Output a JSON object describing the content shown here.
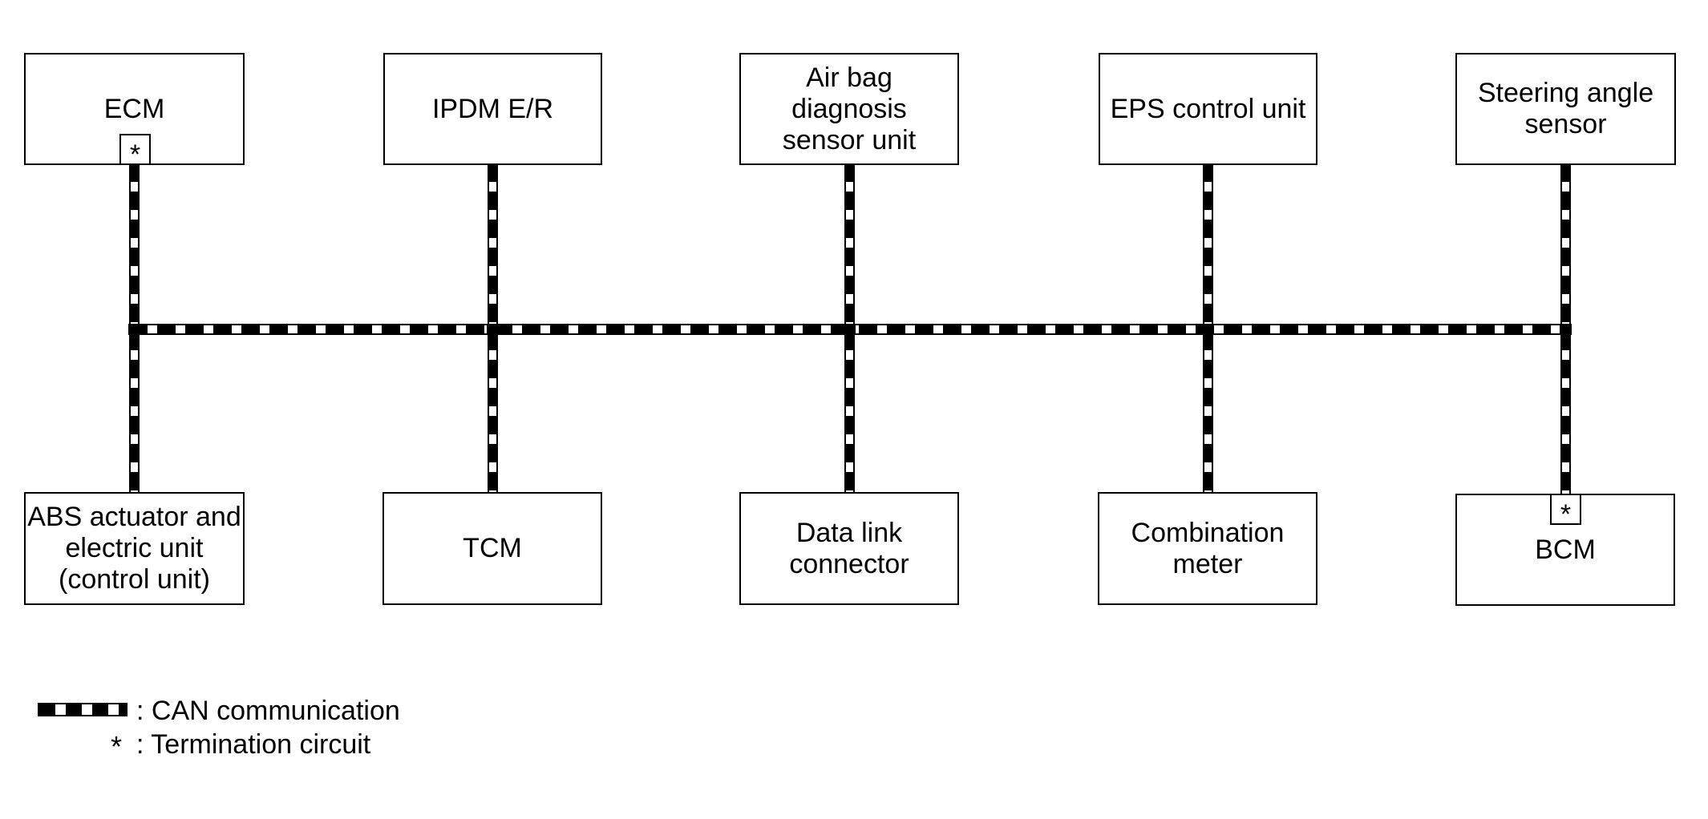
{
  "termination_symbol": "*",
  "colors": {
    "line": "#000000",
    "background": "#ffffff",
    "box_border": "#000000"
  },
  "nodes": {
    "top": [
      {
        "id": "ecm",
        "label": "ECM",
        "terminator": true
      },
      {
        "id": "ipdm-er",
        "label": "IPDM E/R",
        "terminator": false
      },
      {
        "id": "airbag-diagnosis-sensor-unit",
        "label": "Air bag\ndiagnosis\nsensor unit",
        "terminator": false
      },
      {
        "id": "eps-control-unit",
        "label": "EPS control unit",
        "terminator": false
      },
      {
        "id": "steering-angle-sensor",
        "label": "Steering angle\nsensor",
        "terminator": false
      }
    ],
    "bottom": [
      {
        "id": "abs-actuator",
        "label": "ABS actuator and\nelectric unit\n(control unit)",
        "terminator": false
      },
      {
        "id": "tcm",
        "label": "TCM",
        "terminator": false
      },
      {
        "id": "data-link-connector",
        "label": "Data link\nconnector",
        "terminator": false
      },
      {
        "id": "combination-meter",
        "label": "Combination\nmeter",
        "terminator": false
      },
      {
        "id": "bcm",
        "label": "BCM",
        "terminator": true
      }
    ]
  },
  "legend": {
    "can_label": ": CAN communication",
    "termination_symbol": "*",
    "termination_label": ": Termination circuit"
  }
}
